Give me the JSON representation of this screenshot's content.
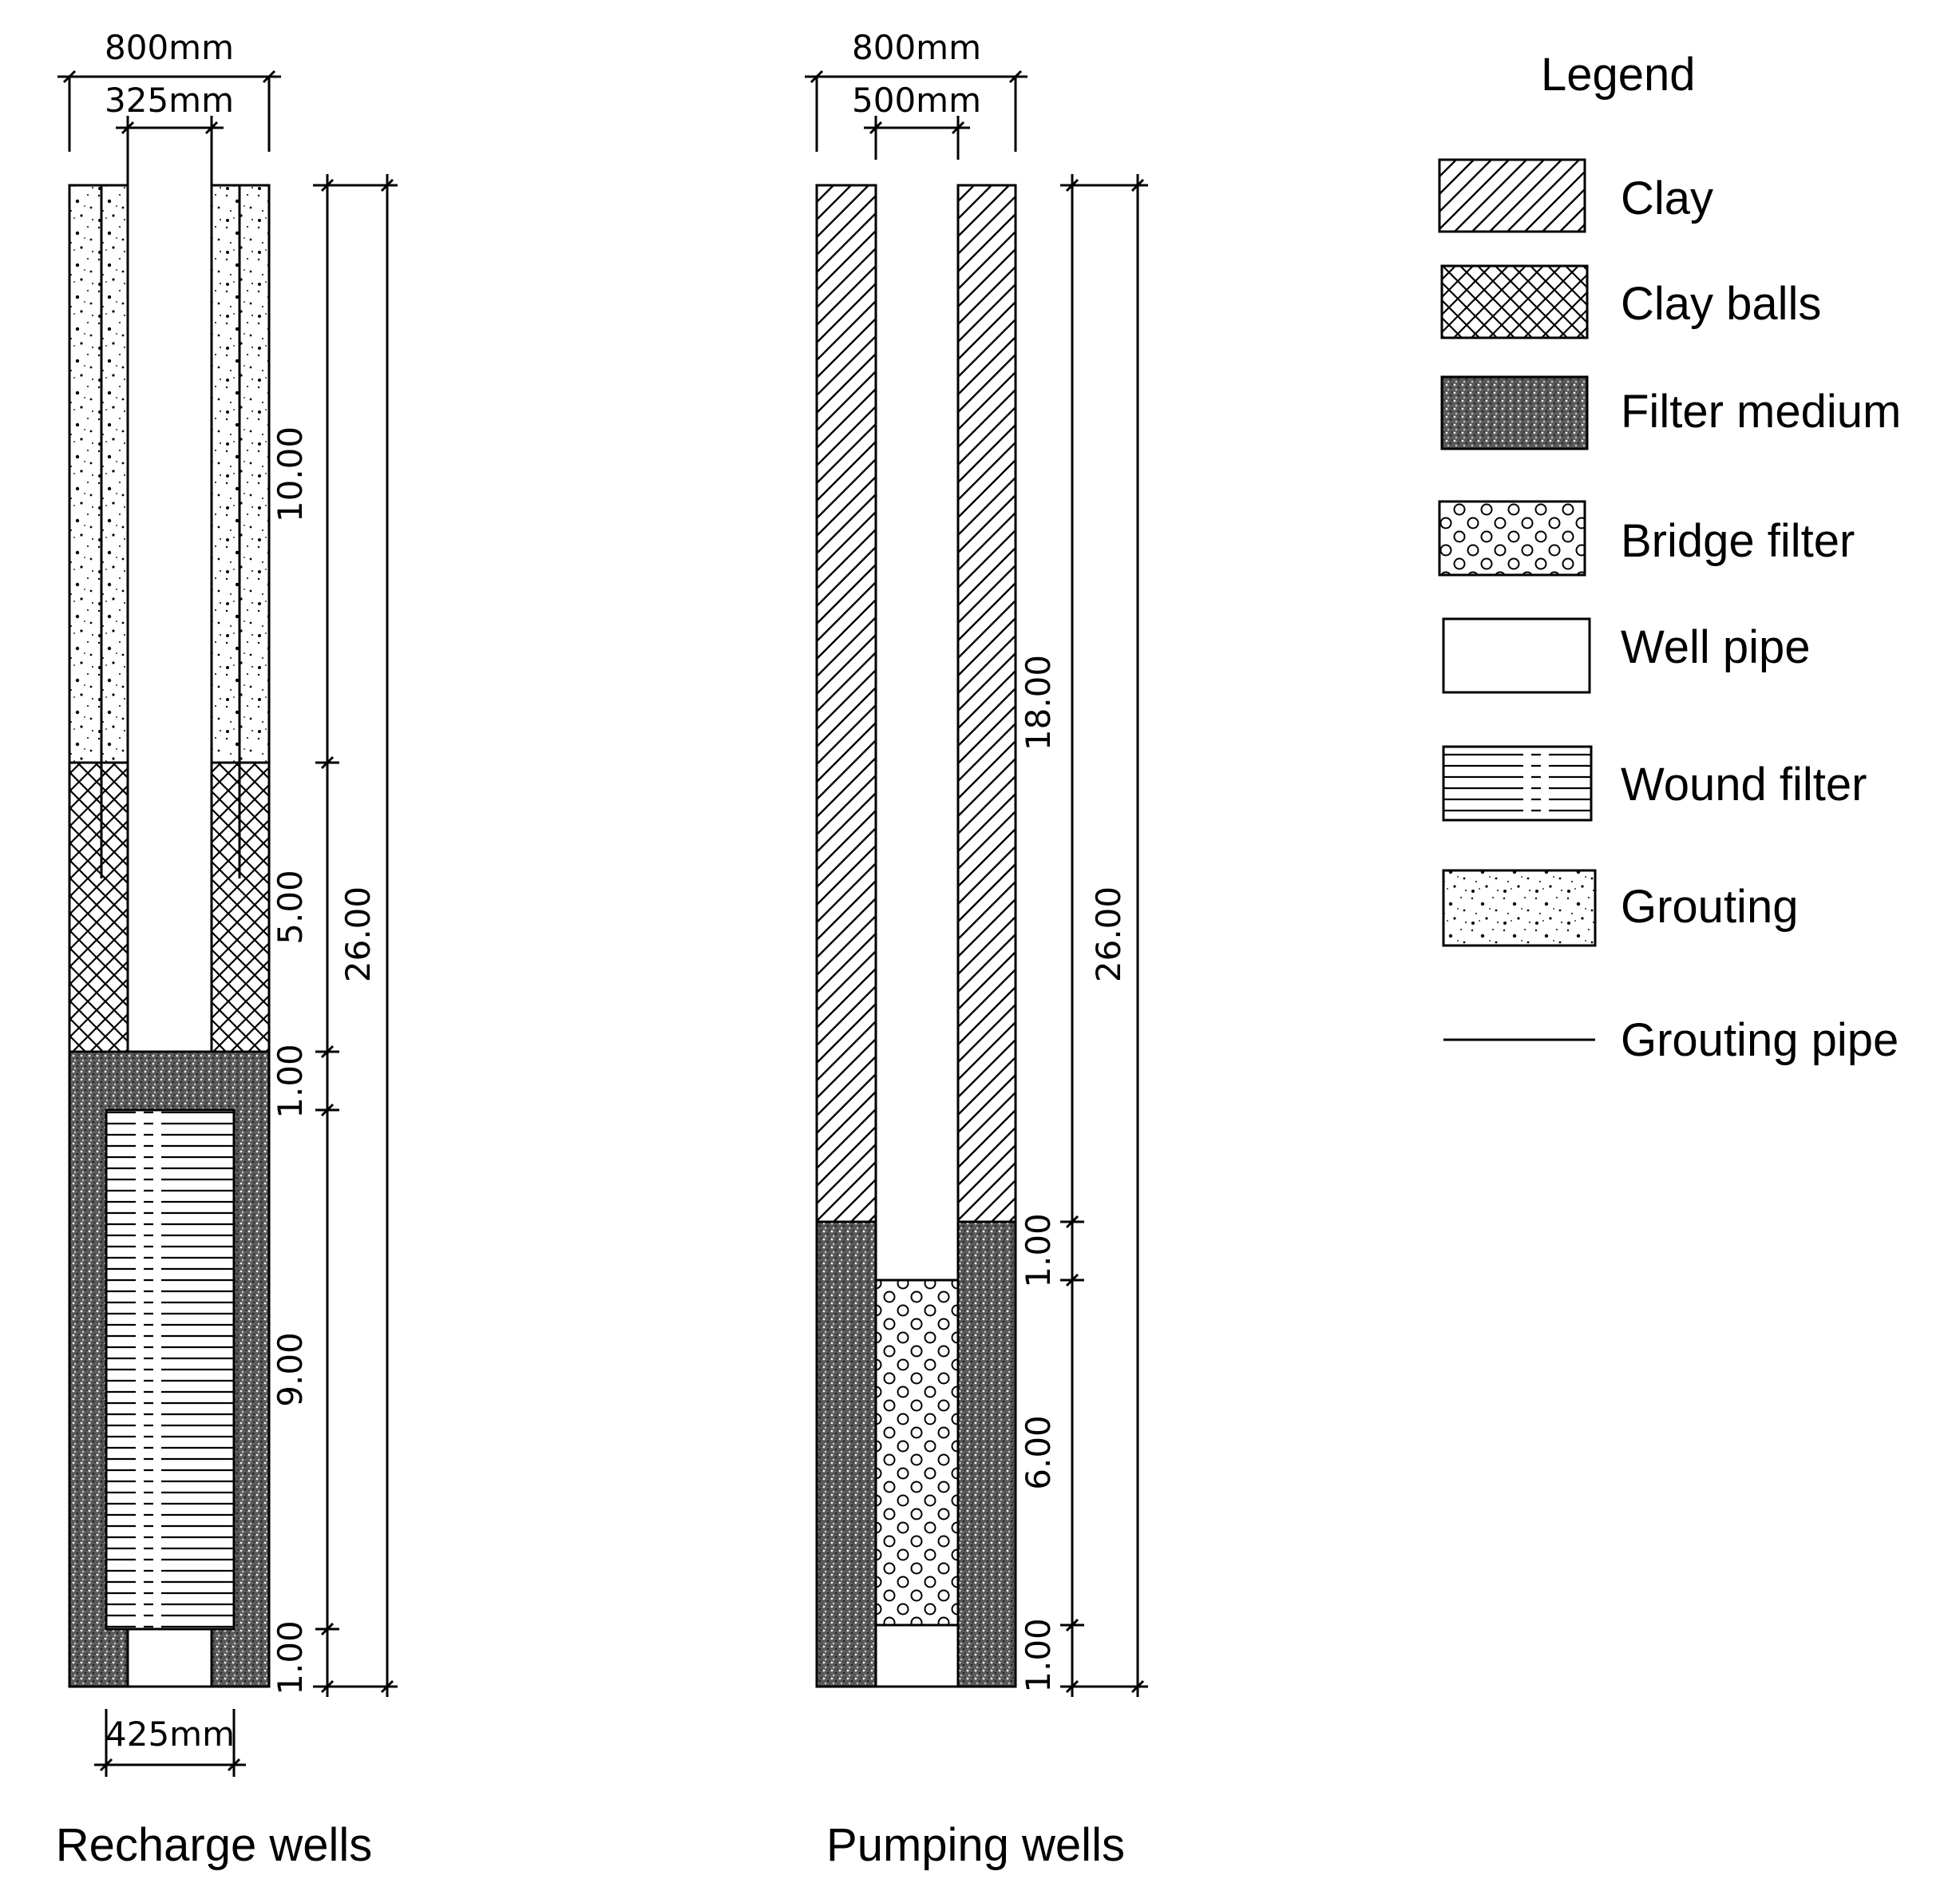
{
  "recharge_well": {
    "title": "Recharge wells",
    "dims": {
      "outer_width": "800mm",
      "inner_width": "325mm",
      "bottom_width": "425mm",
      "total_depth": "26.00",
      "seg_grouting": "10.00",
      "seg_clay_balls": "5.00",
      "seg_gap_top": "1.00",
      "seg_wound_filter": "9.00",
      "seg_gap_bottom": "1.00"
    }
  },
  "pumping_well": {
    "title": "Pumping wells",
    "dims": {
      "outer_width": "800mm",
      "inner_width": "500mm",
      "total_depth": "26.00",
      "seg_clay": "18.00",
      "seg_gap_top": "1.00",
      "seg_bridge_filter": "6.00",
      "seg_gap_bottom": "1.00"
    }
  },
  "legend": {
    "title": "Legend",
    "items": {
      "clay": "Clay",
      "clay_balls": "Clay balls",
      "filter_medium": "Filter medium",
      "bridge_filter": "Bridge filter",
      "well_pipe": "Well pipe",
      "wound_filter": "Wound filter",
      "grouting": "Grouting",
      "grouting_pipe": "Grouting pipe"
    }
  }
}
